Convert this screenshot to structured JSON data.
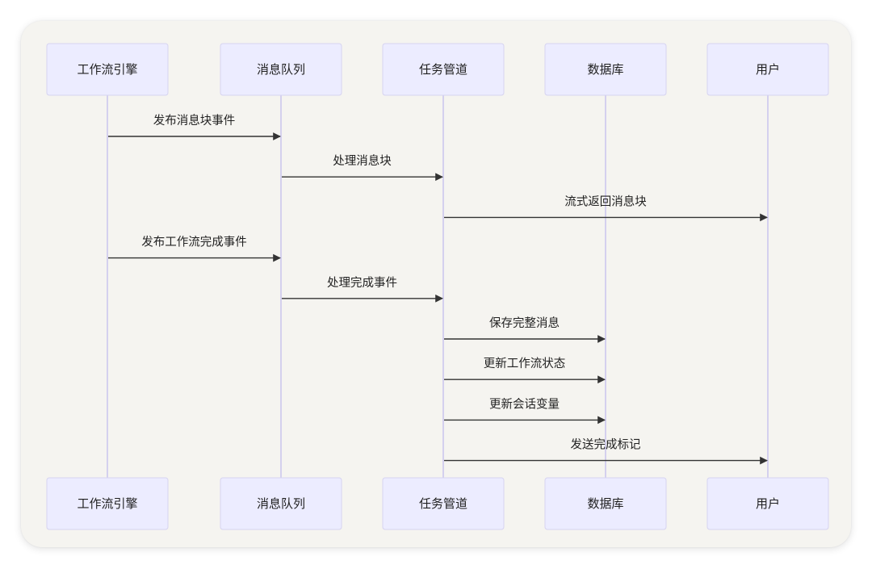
{
  "diagram": {
    "type": "sequence",
    "actors": [
      "工作流引擎",
      "消息队列",
      "任务管道",
      "数据库",
      "用户"
    ],
    "messages": [
      {
        "from": 0,
        "to": 1,
        "label": "发布消息块事件"
      },
      {
        "from": 1,
        "to": 2,
        "label": "处理消息块"
      },
      {
        "from": 2,
        "to": 4,
        "label": "流式返回消息块"
      },
      {
        "from": 0,
        "to": 1,
        "label": "发布工作流完成事件"
      },
      {
        "from": 1,
        "to": 2,
        "label": "处理完成事件"
      },
      {
        "from": 2,
        "to": 3,
        "label": "保存完整消息"
      },
      {
        "from": 2,
        "to": 3,
        "label": "更新工作流状态"
      },
      {
        "from": 2,
        "to": 3,
        "label": "更新会话变量"
      },
      {
        "from": 2,
        "to": 4,
        "label": "发送完成标记"
      }
    ]
  },
  "colors": {
    "background": "#f5f4f0",
    "actor_fill": "#ececff",
    "lifeline": "#d4d0ee",
    "arrow": "#333333"
  }
}
